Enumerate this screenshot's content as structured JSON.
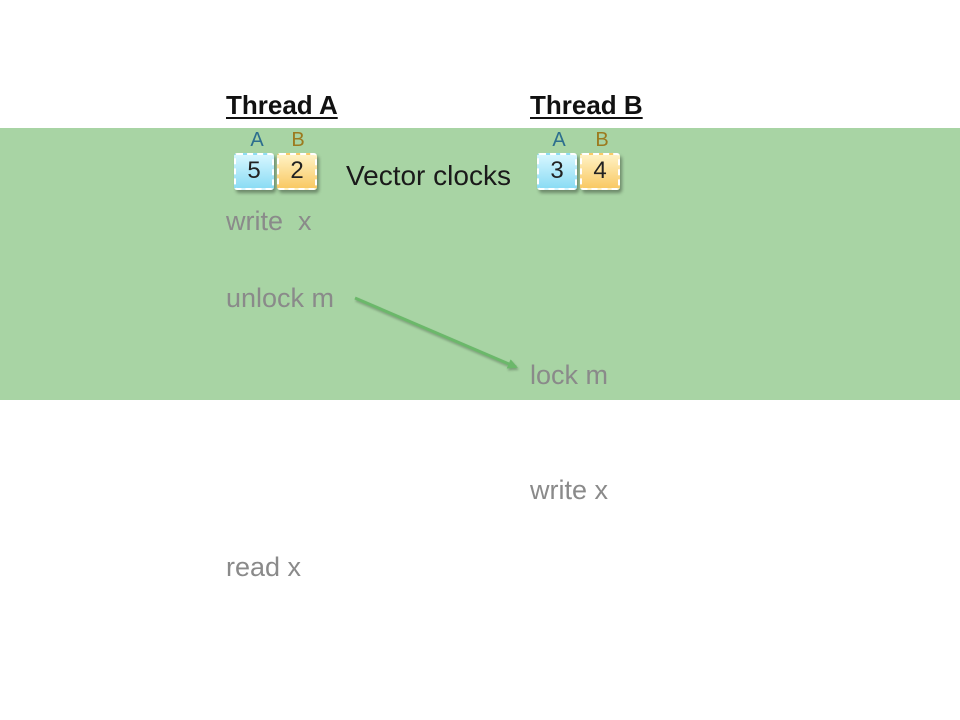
{
  "thread_a": {
    "title": "Thread A",
    "clock_labels": [
      "A",
      "B"
    ],
    "clock_values": [
      "5",
      "2"
    ],
    "events": [
      "write  x",
      "unlock m",
      "read x"
    ]
  },
  "thread_b": {
    "title": "Thread B",
    "clock_labels": [
      "A",
      "B"
    ],
    "clock_values": [
      "3",
      "4"
    ],
    "events": [
      "lock m",
      "write x"
    ]
  },
  "caption": "Vector clocks",
  "colors": {
    "band": "#a8d4a4",
    "arrow": "#6bb86a",
    "clock_a": "#8bdcf4",
    "clock_b": "#f9c964",
    "event_text": "#8a8a8a"
  }
}
